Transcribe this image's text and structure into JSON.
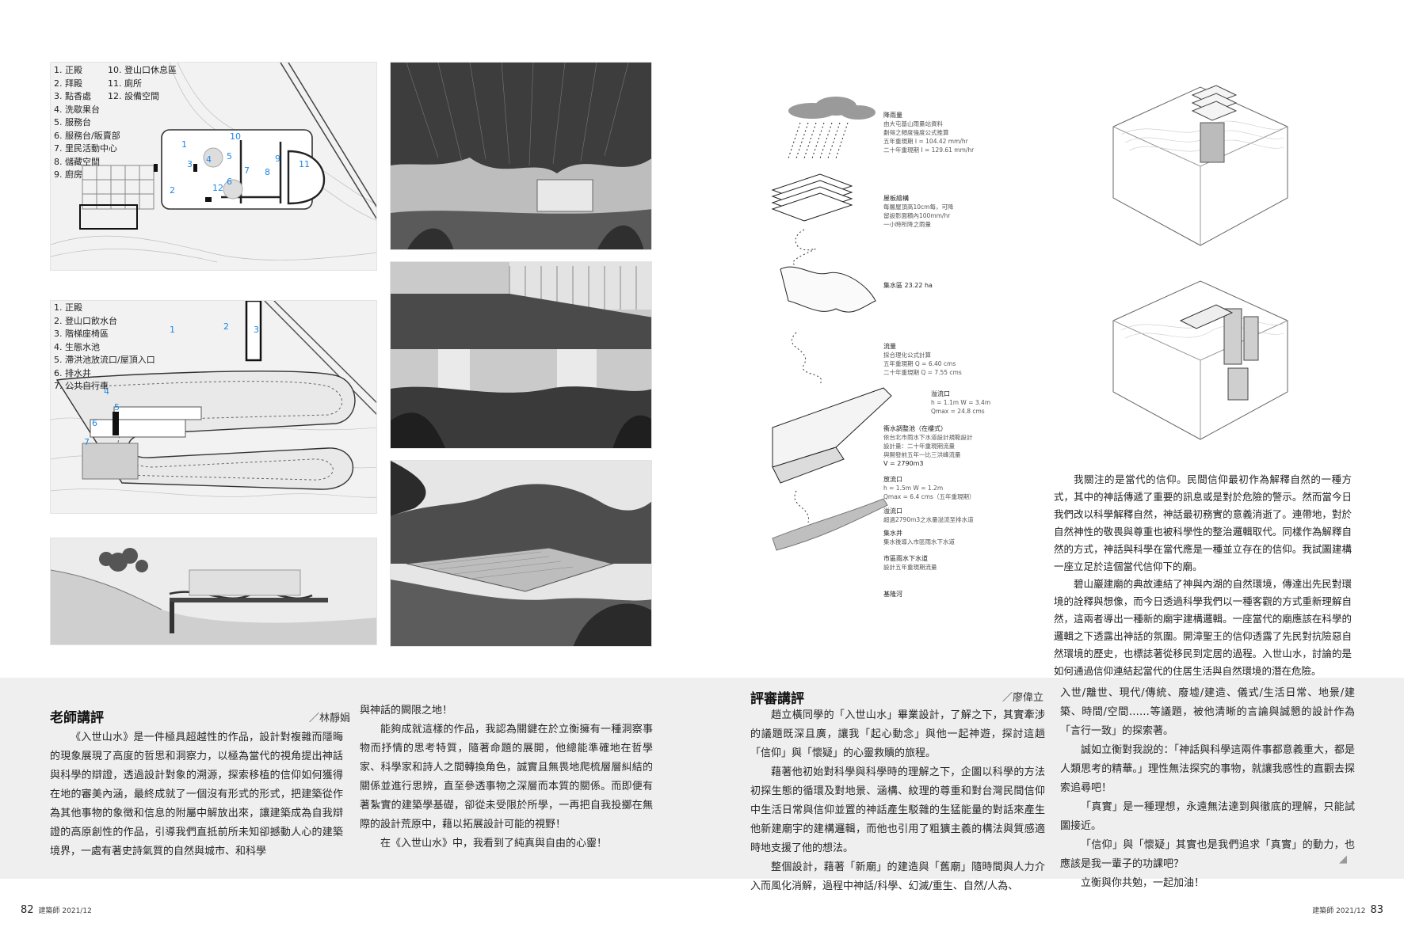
{
  "plan1": {
    "legend": [
      "1. 正殿",
      "2. 拜殿",
      "3. 點香處",
      "4. 洗歇果台",
      "5. 服務台",
      "6. 服務台/販賣部",
      "7. 里民活動中心",
      "8. 儲藏空間",
      "9. 廚房"
    ],
    "legend2": [
      "10. 登山口休息區",
      "11. 廁所",
      "12. 設備空間"
    ],
    "marks": [
      "1",
      "2",
      "3",
      "4",
      "5",
      "6",
      "7",
      "8",
      "9",
      "10",
      "11",
      "12"
    ]
  },
  "plan2": {
    "legend": [
      "1. 正殿",
      "2. 登山口飲水台",
      "3. 階梯座椅區",
      "4. 生態水池",
      "5. 滯洪池放流口/屋頂入口",
      "6. 排水井",
      "7. 公共自行車"
    ],
    "marks": [
      "1",
      "2",
      "3",
      "4",
      "5",
      "6",
      "7"
    ]
  },
  "diagram": {
    "labels": [
      {
        "title": "降雨量",
        "lines": [
          "由大屯基山雨量站資料",
          "劃得之頻度強度公式推算",
          "五年重現期 I = 104.42 mm/hr",
          "二十年重現期 I = 129.61 mm/hr"
        ]
      },
      {
        "title": "屋板繪構",
        "lines": [
          "每層屋頂高10cm每，可降",
          "留設影面積內100mm/hr",
          "一小時所降之雨量"
        ]
      },
      {
        "title": "集水區 23.22 ha",
        "lines": []
      },
      {
        "title": "流量",
        "lines": [
          "採合理化公式計算",
          "五年重現期 Q = 6.40 cms",
          "二十年重現期 Q = 7.55 cms"
        ]
      },
      {
        "title": "溢流口",
        "lines": [
          "h = 1.1m W = 3.4m",
          "Qmax = 24.8 cms"
        ]
      },
      {
        "title": "衝水調整池（在樓式）",
        "lines": [
          "依台北市雨水下水道設計規範設計",
          "設計量：二十年重現期流量",
          "與開發前五年一比三洪峰流量",
          "V = 2790m3"
        ]
      },
      {
        "title": "放流口",
        "lines": [
          "h = 1.5m W = 1.2m",
          "Qmax = 6.4 cms（五年重現期）"
        ]
      },
      {
        "title": "溢流口",
        "lines": [
          "超過2790m3之水量溢流至排水道"
        ]
      },
      {
        "title": "集水井",
        "lines": [
          "集水後導入市區雨水下水道"
        ]
      },
      {
        "title": "市區雨水下水道",
        "lines": [
          "設計五年重現期流量"
        ]
      },
      {
        "title": "基隆河",
        "lines": []
      }
    ]
  },
  "essay": [
    "我關注的是當代的信仰。民間信仰最初作為解釋自然的一種方式，其中的神話傳遞了重要的訊息或是對於危險的警示。然而當今日我們改以科學解釋自然，神話最初務實的意義消逝了。連帶地，對於自然神性的敬畏與尊重也被科學性的整治邏輯取代。同樣作為解釋自然的方式，神話與科學在當代應是一種並立存在的信仰。我試圖建構一座立足於這個當代信仰下的廟。",
    "碧山巖建廟的典故連結了神與內湖的自然環境，傳達出先民對環境的詮釋與想像，而今日透過科學我們以一種客觀的方式重新理解自然，這兩者導出一種新的廟宇建構邏輯。一座當代的廟應該在科學的邏輯之下透露出神話的氛圍。開漳聖王的信仰透露了先民對抗險惡自然環境的歷史，也標誌著從移民到定居的過程。入世山水，討論的是如何通過信仰連結起當代的住居生活與自然環境的潛在危險。"
  ],
  "teacher": {
    "heading": "老師講評",
    "author": "／林靜娟",
    "col1": "《入世山水》是一件極具超越性的作品，設計對複雜而隱晦的現象展現了高度的哲思和洞察力，以極為當代的視角提出神話與科學的辯證，透過設計對象的溯源，探索移植的信仰如何獲得在地的審美內涵，最終成就了一個沒有形式的形式，把建築從作為其他事物的象徵和信息的附屬中解放出來，讓建築成為自我辯證的高原創性的作品，引導我們直抵前所未知卻撼動人心的建築境界，一處有著史詩氣質的自然與城市、和科學",
    "col2_cont": "與神話的闕限之地！",
    "col2_p2": "能夠成就這樣的作品，我認為關鍵在於立衡擁有一種洞察事物而抒情的思考特質，隨著命題的展開，他總能準確地在哲學家、科學家和詩人之間轉換角色，誠實且無畏地爬梳層層糾結的關係並進行思辨，直至參透事物之深層而本質的關係。而即便有著紮實的建築學基礎，卻從未受限於所學，一再把自我投擲在無際的設計荒原中，藉以拓展設計可能的視野！",
    "col2_p3": "在《入世山水》中，我看到了純真與自由的心靈！"
  },
  "review": {
    "heading": "評審講評",
    "author": "／廖偉立",
    "col3_p1": "趙立橫同學的「入世山水」畢業設計，了解之下，其實牽涉的議題既深且廣，讓我「起心動念」與他一起神遊，探討這趟「信仰」與「懷疑」的心靈救贖的旅程。",
    "col3_p2": "藉著他初始對科學與科學時的理解之下，企圖以科學的方法初探生態的循環及對地景、涵構、紋理的尊重和對台灣民間信仰中生活日常與信仰並置的神話產生駁雜的生猛能量的對話來產生他新建廟宇的建構邏輯，而他也引用了粗獷主義的構法與質感適時地支援了他的想法。",
    "col3_p3": "整個設計，藉著「新廟」的建造與「舊廟」隨時間與人力介入而風化消解，過程中神話/科學、幻滅/重生、自然/人為、",
    "col4_cont": "入世/離世、現代/傳統、廢墟/建造、儀式/生活日常、地景/建築、時間/空間……等議題，被他清晰的言論與誠懇的設計作為「言行一致」的探索著。",
    "col4_p2": "誠如立衡對我說的：「神話與科學這兩件事都意義重大，都是人類思考的精華。」理性無法探究的事物，就讓我感性的直觀去探索追尋吧！",
    "col4_p3": "「真實」是一種理想，永遠無法達到與徹底的理解，只能試圖接近。",
    "col4_p4": "「信仰」與「懷疑」其實也是我們追求「真實」的動力，也應該是我一輩子的功課吧？",
    "col4_p5": "立衡與你共勉，一起加油！"
  },
  "footer": {
    "left_page": "82",
    "left_mag": "建築師 2021/12",
    "right_page": "83",
    "right_mag": "建築師 2021/12"
  },
  "colors": {
    "accent": "#1e88e5",
    "band": "#efefef"
  }
}
